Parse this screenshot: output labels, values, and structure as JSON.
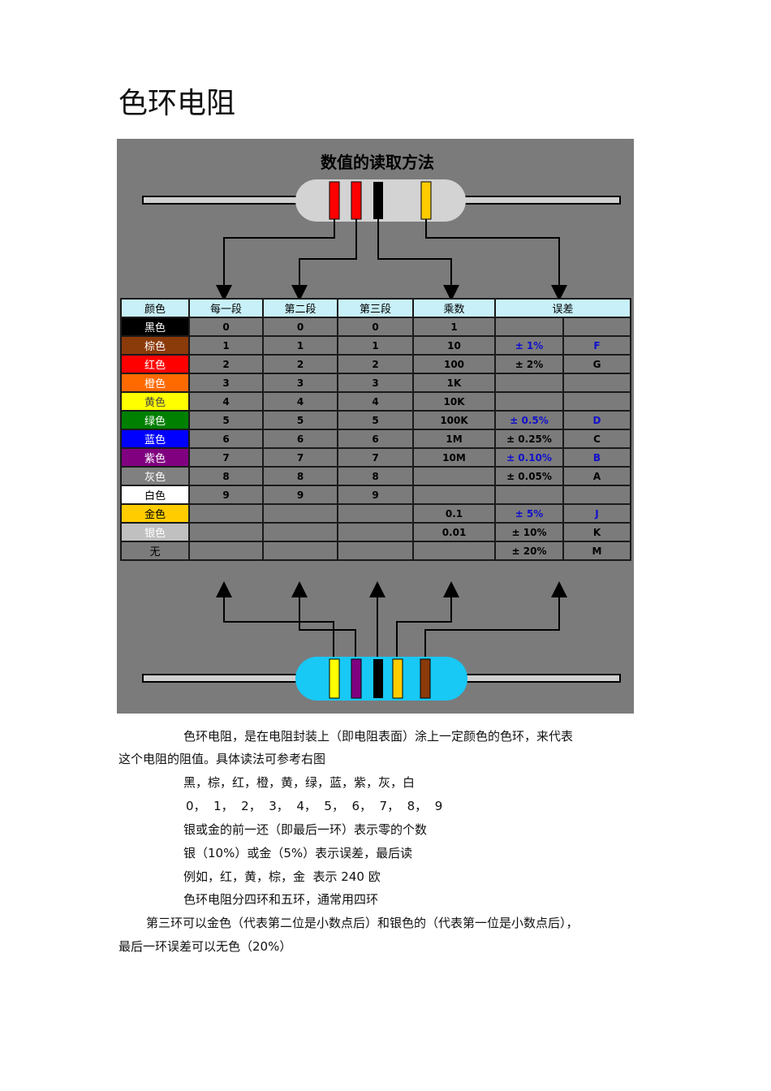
{
  "page_title": "色环电阻",
  "figure": {
    "title": "数值的读取方法",
    "headers": [
      "颜色",
      "每一段",
      "第二段",
      "第三段",
      "乘数",
      "误差"
    ],
    "rows": [
      {
        "name": "黑色",
        "bg": "#000000",
        "fg": "#ffffff",
        "d1": "0",
        "d2": "0",
        "d3": "0",
        "mult": "1",
        "tol": "",
        "code": "",
        "blue": false
      },
      {
        "name": "棕色",
        "bg": "#8b3a0a",
        "fg": "#ffffff",
        "d1": "1",
        "d2": "1",
        "d3": "1",
        "mult": "10",
        "tol": "± 1%",
        "code": "F",
        "blue": true
      },
      {
        "name": "红色",
        "bg": "#ff0000",
        "fg": "#ffffff",
        "d1": "2",
        "d2": "2",
        "d3": "2",
        "mult": "100",
        "tol": "± 2%",
        "code": "G",
        "blue": false
      },
      {
        "name": "橙色",
        "bg": "#ff6a00",
        "fg": "#ffffff",
        "d1": "3",
        "d2": "3",
        "d3": "3",
        "mult": "1K",
        "tol": "",
        "code": "",
        "blue": false
      },
      {
        "name": "黄色",
        "bg": "#ffff00",
        "fg": "#444444",
        "d1": "4",
        "d2": "4",
        "d3": "4",
        "mult": "10K",
        "tol": "",
        "code": "",
        "blue": false
      },
      {
        "name": "绿色",
        "bg": "#008000",
        "fg": "#ffffff",
        "d1": "5",
        "d2": "5",
        "d3": "5",
        "mult": "100K",
        "tol": "± 0.5%",
        "code": "D",
        "blue": true
      },
      {
        "name": "蓝色",
        "bg": "#0000ff",
        "fg": "#ffffff",
        "d1": "6",
        "d2": "6",
        "d3": "6",
        "mult": "1M",
        "tol": "± 0.25%",
        "code": "C",
        "blue": false
      },
      {
        "name": "紫色",
        "bg": "#800080",
        "fg": "#ffffff",
        "d1": "7",
        "d2": "7",
        "d3": "7",
        "mult": "10M",
        "tol": "± 0.10%",
        "code": "B",
        "blue": true
      },
      {
        "name": "灰色",
        "bg": "#808080",
        "fg": "#ffffff",
        "d1": "8",
        "d2": "8",
        "d3": "8",
        "mult": "",
        "tol": "± 0.05%",
        "code": "A",
        "blue": false
      },
      {
        "name": "白色",
        "bg": "#ffffff",
        "fg": "#000000",
        "d1": "9",
        "d2": "9",
        "d3": "9",
        "mult": "",
        "tol": "",
        "code": "",
        "blue": false
      },
      {
        "name": "金色",
        "bg": "#ffcc00",
        "fg": "#000000",
        "d1": "",
        "d2": "",
        "d3": "",
        "mult": "0.1",
        "tol": "± 5%",
        "code": "J",
        "blue": true
      },
      {
        "name": "银色",
        "bg": "#c0c0c0",
        "fg": "#ffffff",
        "d1": "",
        "d2": "",
        "d3": "",
        "mult": "0.01",
        "tol": "± 10%",
        "code": "K",
        "blue": false
      },
      {
        "name": "无",
        "bg": "#7b7b7b",
        "fg": "#000000",
        "d1": "",
        "d2": "",
        "d3": "",
        "mult": "",
        "tol": "± 20%",
        "code": "M",
        "blue": false
      }
    ]
  },
  "paragraphs": [
    "色环电阻，是在电阻封装上（即电阻表面）涂上一定颜色的色环，来代表",
    "这个电阻的阻值。具体读法可参考右图",
    "黑，棕，红，橙，黄，绿，蓝，紫，灰，白",
    "0，  1，  2，  3，  4，  5，  6，  7，  8，  9",
    "银或金的前一还（即最后一环）表示零的个数",
    "银（10%）或金（5%）表示误差，最后读",
    "例如，红，黄，棕，金  表示 240 欧",
    "色环电阻分四环和五环，通常用四环",
    "第三环可以金色（代表第二位是小数点后）和银色的（代表第一位是小数点后），",
    "最后一环误差可以无色（20%）"
  ]
}
